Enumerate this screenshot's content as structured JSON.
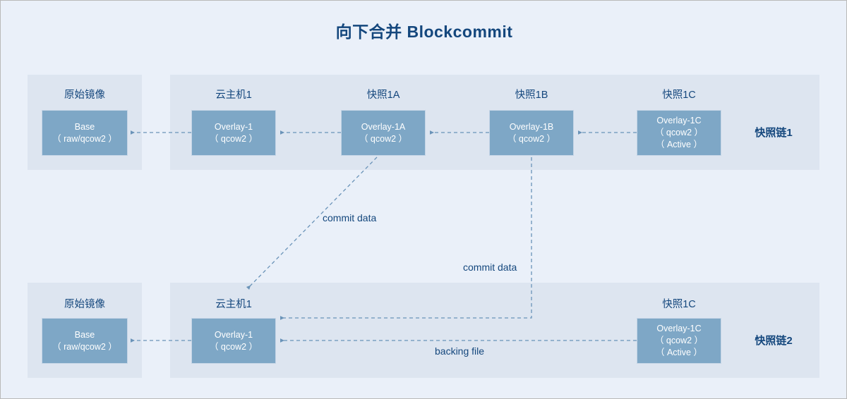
{
  "page": {
    "title": "向下合并 Blockcommit",
    "background": "#eaf0f9",
    "panel_color": "#dde5f0",
    "node_fill": "#7ea7c6",
    "accent_text": "#14477d",
    "edge_color": "#6a93b8"
  },
  "chain1": {
    "chain_label": "快照链1",
    "groups": [
      {
        "label": "原始镜像"
      },
      {
        "label": "云主机1"
      },
      {
        "label": "快照1A"
      },
      {
        "label": "快照1B"
      },
      {
        "label": "快照1C"
      }
    ],
    "nodes": [
      {
        "name": "base",
        "lines": [
          "Base",
          "（ raw/qcow2 ）"
        ]
      },
      {
        "name": "overlay-1",
        "lines": [
          "Overlay-1",
          "（ qcow2 ）"
        ]
      },
      {
        "name": "overlay-1a",
        "lines": [
          "Overlay-1A",
          "（ qcow2 ）"
        ]
      },
      {
        "name": "overlay-1b",
        "lines": [
          "Overlay-1B",
          "（ qcow2 ）"
        ]
      },
      {
        "name": "overlay-1c",
        "lines": [
          "Overlay-1C",
          "（ qcow2 ）",
          "（ Active ）"
        ]
      }
    ]
  },
  "chain2": {
    "chain_label": "快照链2",
    "groups": [
      {
        "label": "原始镜像"
      },
      {
        "label": "云主机1"
      },
      {
        "label": "快照1C"
      }
    ],
    "nodes": [
      {
        "name": "base",
        "lines": [
          "Base",
          "（ raw/qcow2 ）"
        ]
      },
      {
        "name": "overlay-1",
        "lines": [
          "Overlay-1",
          "（ qcow2 ）"
        ]
      },
      {
        "name": "overlay-1c",
        "lines": [
          "Overlay-1C",
          "（ qcow2 ）",
          "（ Active ）"
        ]
      }
    ]
  },
  "edges": {
    "commit_data_1": "commit data",
    "commit_data_2": "commit data",
    "backing_file": "backing file"
  }
}
